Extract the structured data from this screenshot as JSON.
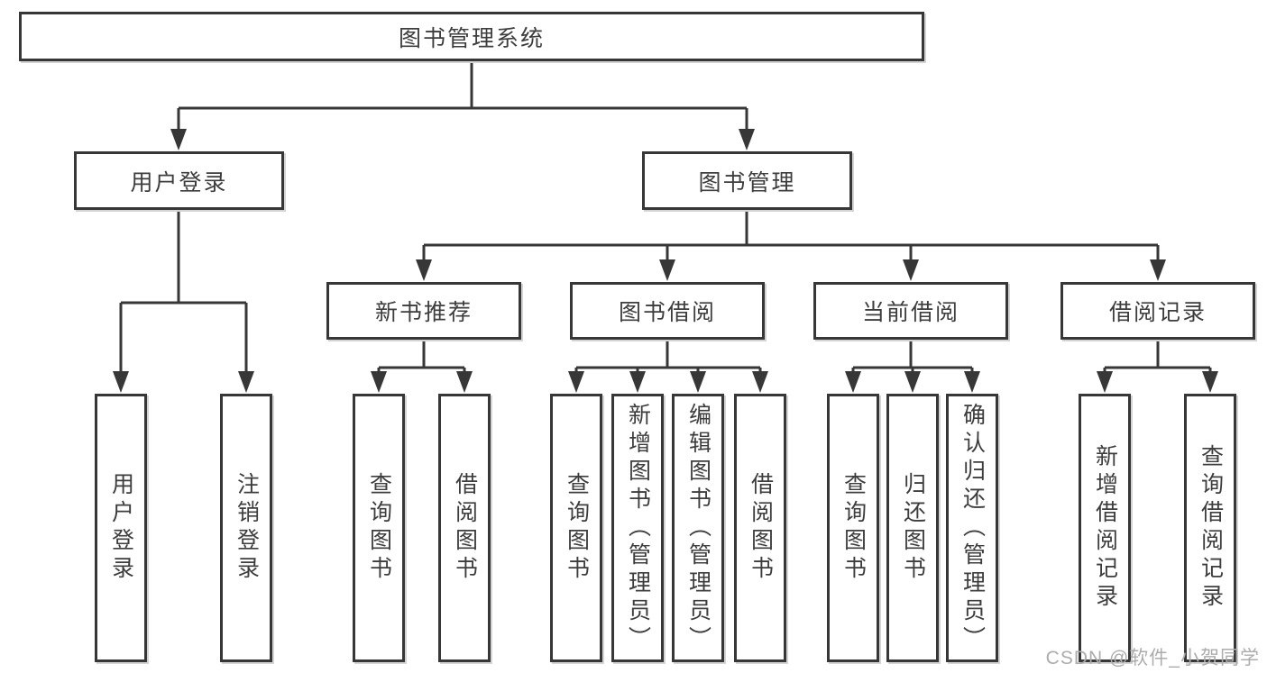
{
  "diagram": {
    "title": "图书管理系统",
    "level2": {
      "user_login": "用户登录",
      "book_management": "图书管理"
    },
    "level3": {
      "new_book_recommend": "新书推荐",
      "book_borrow": "图书借阅",
      "current_borrow": "当前借阅",
      "borrow_records": "借阅记录"
    },
    "leaves": {
      "user_login": [
        "用户登录",
        "注销登录"
      ],
      "new_book_recommend": [
        "查询图书",
        "借阅图书"
      ],
      "book_borrow": [
        "查询图书",
        "新增图书（管理员）",
        "编辑图书（管理员）",
        "借阅图书"
      ],
      "current_borrow": [
        "查询图书",
        "归还图书",
        "确认归还（管理员）"
      ],
      "borrow_records": [
        "新增借阅记录",
        "查询借阅记录"
      ]
    }
  },
  "watermark": "CSDN @软件_小贺同学",
  "colors": {
    "line": "#373737",
    "text": "#3d3d3d",
    "watermark": "#acacac",
    "background": "#ffffff"
  }
}
